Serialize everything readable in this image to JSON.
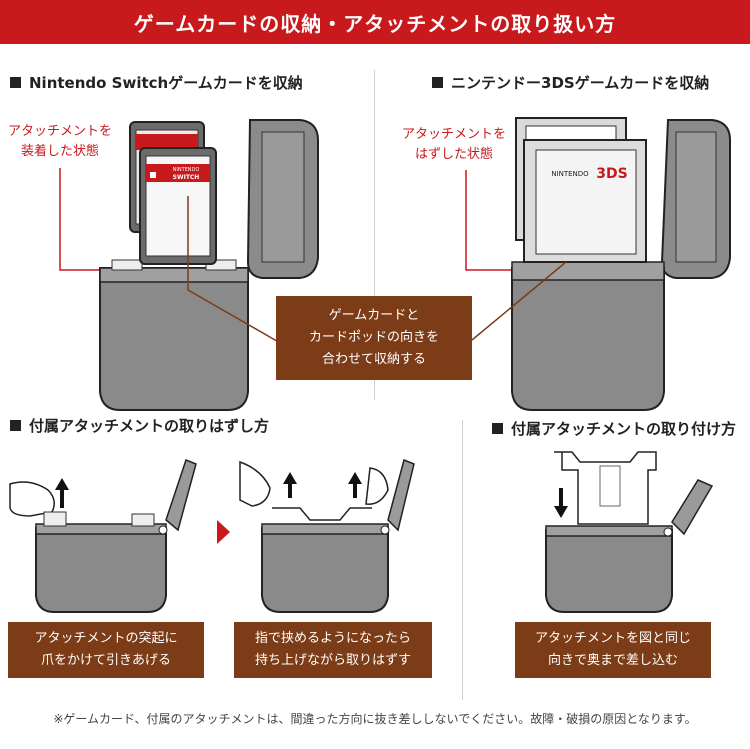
{
  "banner": {
    "title": "ゲームカードの収納・アタッチメントの取り扱い方"
  },
  "top_left": {
    "heading": "Nintendo Switchゲームカードを収納",
    "label_lines": [
      "アタッチメントを",
      "装着した状態"
    ],
    "card_logo_top": "NINTENDO",
    "card_logo_bottom": "SWITCH"
  },
  "top_right": {
    "heading": "ニンテンドー3DSゲームカードを収納",
    "label_lines": [
      "アタッチメントを",
      "はずした状態"
    ],
    "card_logo_top": "NINTENDO",
    "card_logo_bottom": "3DS"
  },
  "center_note": {
    "lines": [
      "ゲームカードと",
      "カードポッドの向きを",
      "合わせて収納する"
    ]
  },
  "bottom_left": {
    "heading": "付属アタッチメントの取りはずし方",
    "step1_lines": [
      "アタッチメントの突起に",
      "爪をかけて引きあげる"
    ],
    "step2_lines": [
      "指で挟めるようになったら",
      "持ち上げながら取りはずす"
    ]
  },
  "bottom_right": {
    "heading": "付属アタッチメントの取り付け方",
    "step_lines": [
      "アタッチメントを図と同じ",
      "向きで奥まで差し込む"
    ]
  },
  "footnote": {
    "text": "※ゲームカード、付属のアタッチメントは、間違った方向に抜き差ししないでください。故障・破損の原因となります。"
  },
  "colors": {
    "accent_red": "#c8191d",
    "note_brown": "#7c3c17",
    "case_gray": "#8a8a8a"
  }
}
